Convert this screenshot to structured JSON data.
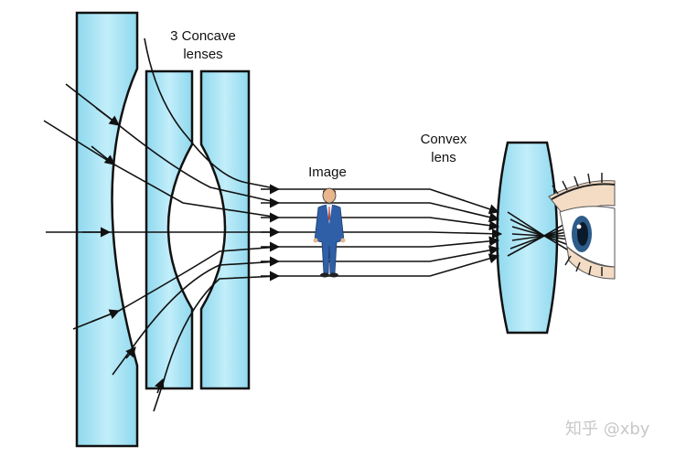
{
  "labels": {
    "concave_line1": "3 Concave",
    "concave_line2": "lenses",
    "image": "Image",
    "convex_line1": "Convex",
    "convex_line2": "lens"
  },
  "watermark": "知乎 @xby",
  "icons": {
    "person": "person-in-suit-icon",
    "eye": "eye-icon"
  },
  "colors": {
    "lens_fill": "#a9e4f4",
    "lens_edge": "#7cc7de",
    "ray": "#111111",
    "suit": "#2f5fa6"
  }
}
